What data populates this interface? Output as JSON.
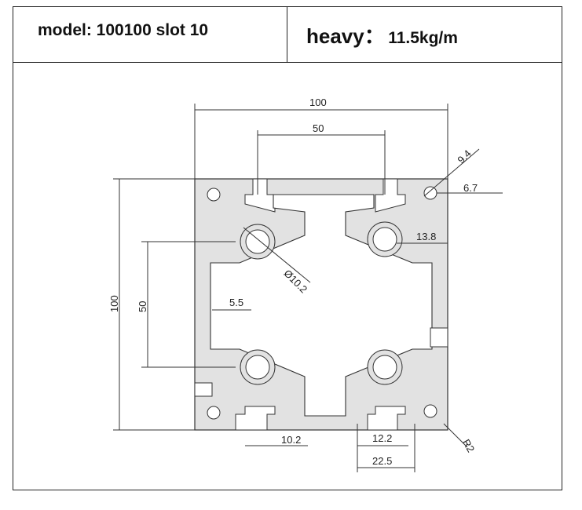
{
  "header": {
    "model_label": "model: 100100 slot 10",
    "weight_key": "heavy：",
    "weight_value": "11.5kg/m"
  },
  "dimensions": {
    "width_total": "100",
    "width_slots": "50",
    "height_total": "100",
    "height_slots": "50",
    "corner_hole_outer": "9.4",
    "corner_hole_inner": "6.7",
    "slot_depth": "13.8",
    "center_bore": "Ø10.2",
    "wall": "5.5",
    "slot_opening": "10.2",
    "slot_inner": "12.2",
    "slot_width": "22.5",
    "radius": "R2"
  },
  "colors": {
    "profile_fill": "#e2e2e2",
    "line": "#333333"
  }
}
